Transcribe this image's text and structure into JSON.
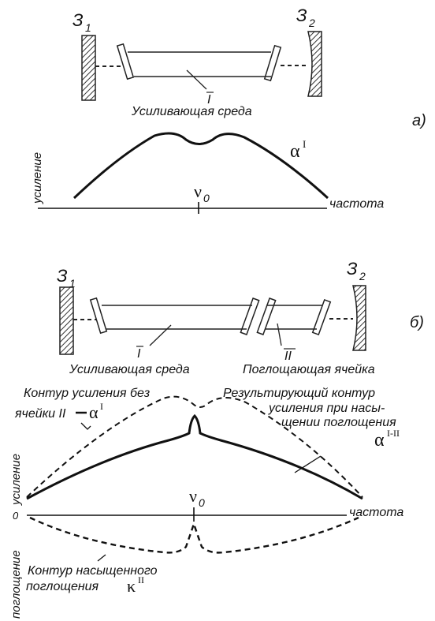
{
  "panel_a": {
    "mirror_left": "З",
    "mirror_left_sub": "1",
    "mirror_right": "З",
    "mirror_right_sub": "2",
    "cell_numeral": "I",
    "medium_label": "Усиливающая среда",
    "panel_letter": "а)",
    "y_axis_label": "усиление",
    "x_axis_label": "частота",
    "nu": "ν",
    "nu_sub": "0",
    "curve_symbol": "α",
    "curve_sup": "I"
  },
  "panel_b": {
    "mirror_left": "З",
    "mirror_left_sub": "1",
    "mirror_right": "З",
    "mirror_right_sub": "2",
    "cell1_numeral": "I",
    "cell2_numeral": "II",
    "medium_label": "Усиливающая среда",
    "absorber_label": "Поглощающая ячейка",
    "panel_letter": "б)",
    "gain_contour_label_1": "Контур усиления без",
    "gain_contour_label_2": "ячейки II",
    "gain_contour_symbol": "α",
    "gain_contour_sup": "I",
    "result_label_1": "Результирующий контур",
    "result_label_2": "усиления при насы-",
    "result_label_3": "щении поглощения",
    "result_symbol": "α",
    "result_sup": "I-II",
    "y_axis_gain": "усиление",
    "y_axis_absorption": "поглощение",
    "zero_label": "0",
    "x_axis_label": "частота",
    "nu": "ν",
    "nu_sub": "0",
    "absorption_label_1": "Контур насыщенного",
    "absorption_label_2": "поглощения",
    "absorption_symbol": "κ",
    "absorption_sup": "II"
  }
}
